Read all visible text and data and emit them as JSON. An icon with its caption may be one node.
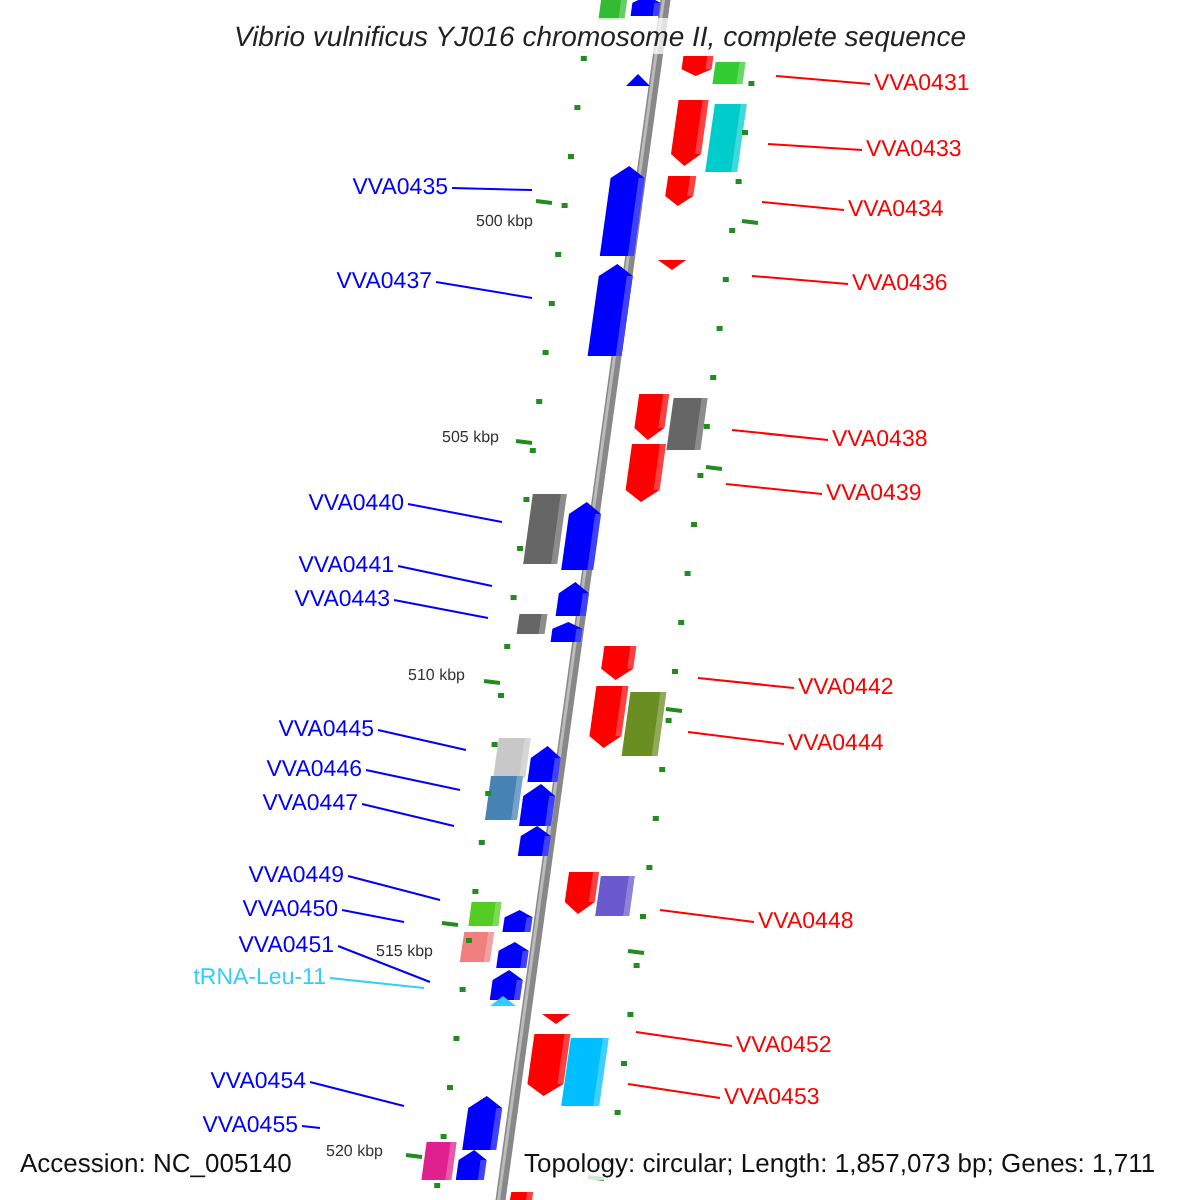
{
  "diagram": {
    "title": "Vibrio vulnificus YJ016 chromosome II, complete sequence",
    "nodes": [
      {
        "text": [
          "VVA0431"
        ]
      },
      {
        "text": [
          "VVA0433"
        ]
      },
      {
        "text": [
          "VVA0434"
        ]
      },
      {
        "text": [
          "VVA0435"
        ]
      },
      {
        "text": [
          "VVA0436"
        ]
      },
      {
        "text": [
          "VVA0437"
        ]
      },
      {
        "text": [
          "VVA0438"
        ]
      },
      {
        "text": [
          "VVA0439"
        ]
      },
      {
        "text": [
          "VVA0440"
        ]
      },
      {
        "text": [
          "VVA0441"
        ]
      },
      {
        "text": [
          "VVA0443"
        ]
      },
      {
        "text": [
          "VVA0442"
        ]
      },
      {
        "text": [
          "VVA0444"
        ]
      },
      {
        "text": [
          "VVA0445"
        ]
      },
      {
        "text": [
          "VVA0446"
        ]
      },
      {
        "text": [
          "VVA0447"
        ]
      },
      {
        "text": [
          "VVA0449"
        ]
      },
      {
        "text": [
          "VVA0450"
        ]
      },
      {
        "text": [
          "VVA0448"
        ]
      },
      {
        "text": [
          "VVA0451"
        ]
      },
      {
        "text": [
          "tRNA-Leu-11"
        ]
      },
      {
        "text": [
          "VVA0452"
        ]
      },
      {
        "text": [
          "VVA0453"
        ]
      },
      {
        "text": [
          "VVA0454"
        ]
      },
      {
        "text": [
          "VVA0455"
        ]
      }
    ],
    "edges": [
      {
        "from": 0,
        "to": null,
        "arrow": "none",
        "color": "#ff0000"
      },
      {
        "from": 1,
        "to": null,
        "arrow": "none",
        "color": "#ff0000"
      },
      {
        "from": 2,
        "to": null,
        "arrow": "none",
        "color": "#ff0000"
      },
      {
        "from": 3,
        "to": null,
        "arrow": "none"
      },
      {
        "from": 4,
        "to": null,
        "arrow": "none",
        "color": "#ff0000"
      },
      {
        "from": 5,
        "to": null,
        "arrow": "none"
      },
      {
        "from": 6,
        "to": null,
        "arrow": "none",
        "color": "#ff0000"
      },
      {
        "from": 7,
        "to": null,
        "arrow": "none",
        "color": "#ff0000"
      },
      {
        "from": 8,
        "to": null,
        "arrow": "none"
      },
      {
        "from": 9,
        "to": null,
        "arrow": "none"
      },
      {
        "from": 10,
        "to": null,
        "arrow": "none"
      },
      {
        "from": 11,
        "to": null,
        "arrow": "none",
        "color": "#ff0000"
      },
      {
        "from": 12,
        "to": null,
        "arrow": "none",
        "color": "#ff0000"
      },
      {
        "from": 13,
        "to": null,
        "arrow": "none"
      },
      {
        "from": 14,
        "to": null,
        "arrow": "none"
      },
      {
        "from": 15,
        "to": null,
        "arrow": "none"
      },
      {
        "from": 16,
        "to": null,
        "arrow": "none"
      },
      {
        "from": 17,
        "to": null,
        "arrow": "none"
      },
      {
        "from": 18,
        "to": null,
        "arrow": "none",
        "color": "#ff0000"
      },
      {
        "from": 19,
        "to": null,
        "arrow": "none"
      },
      {
        "from": 20,
        "to": null,
        "arrow": "none",
        "color": "#33ccff"
      },
      {
        "from": 21,
        "to": null,
        "arrow": "none",
        "color": "#ff0000"
      },
      {
        "from": 22,
        "to": null,
        "arrow": "none",
        "color": "#ff0000"
      },
      {
        "from": 23,
        "to": null,
        "arrow": "none"
      },
      {
        "from": 24,
        "to": null,
        "arrow": "none"
      }
    ],
    "labels": [
      "500 kbp",
      "505 kbp",
      "510 kbp",
      "515 kbp",
      "520 kbp",
      "Accession: NC_005140",
      "Topology: circular; Length: 1,857,073 bp; Genes: 1,711"
    ]
  }
}
